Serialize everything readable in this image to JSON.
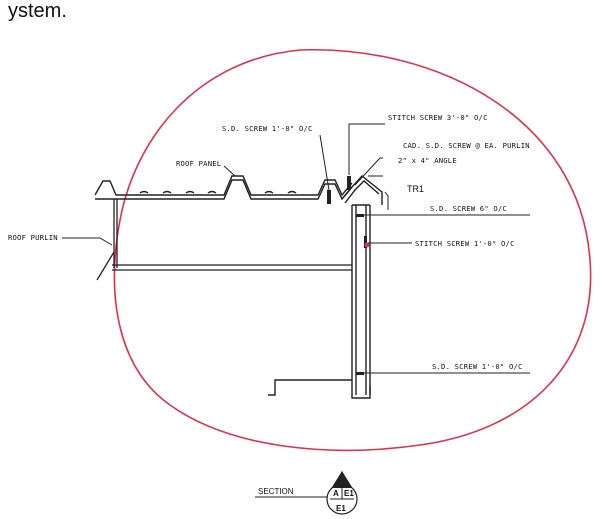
{
  "header": {
    "fragment": "ystem."
  },
  "detail": {
    "labels": {
      "stitch_screw_3": "STITCH SCREW 3'-0\" O/C",
      "sd_screw_top": "S.D. SCREW 1'-0\" O/C",
      "cad_sd_screw": "CAD. S.D. SCREW @ EA. PURLIN",
      "angle": "2\" x 4\" ANGLE",
      "roof_panel": "ROOF PANEL",
      "tr1": "TR1",
      "sd_screw_6": "S.D. SCREW 6\" O/C",
      "roof_purlin": "ROOF PURLIN",
      "stitch_screw_1": "STITCH SCREW 1'-0\" O/C",
      "sd_screw_bottom": "S.D. SCREW 1'-0\" O/C"
    },
    "highlight_color": "#e0304a"
  },
  "section_tag": {
    "label": "SECTION",
    "letter": "A",
    "sheet_top": "E1",
    "sheet_bottom": "E1"
  }
}
